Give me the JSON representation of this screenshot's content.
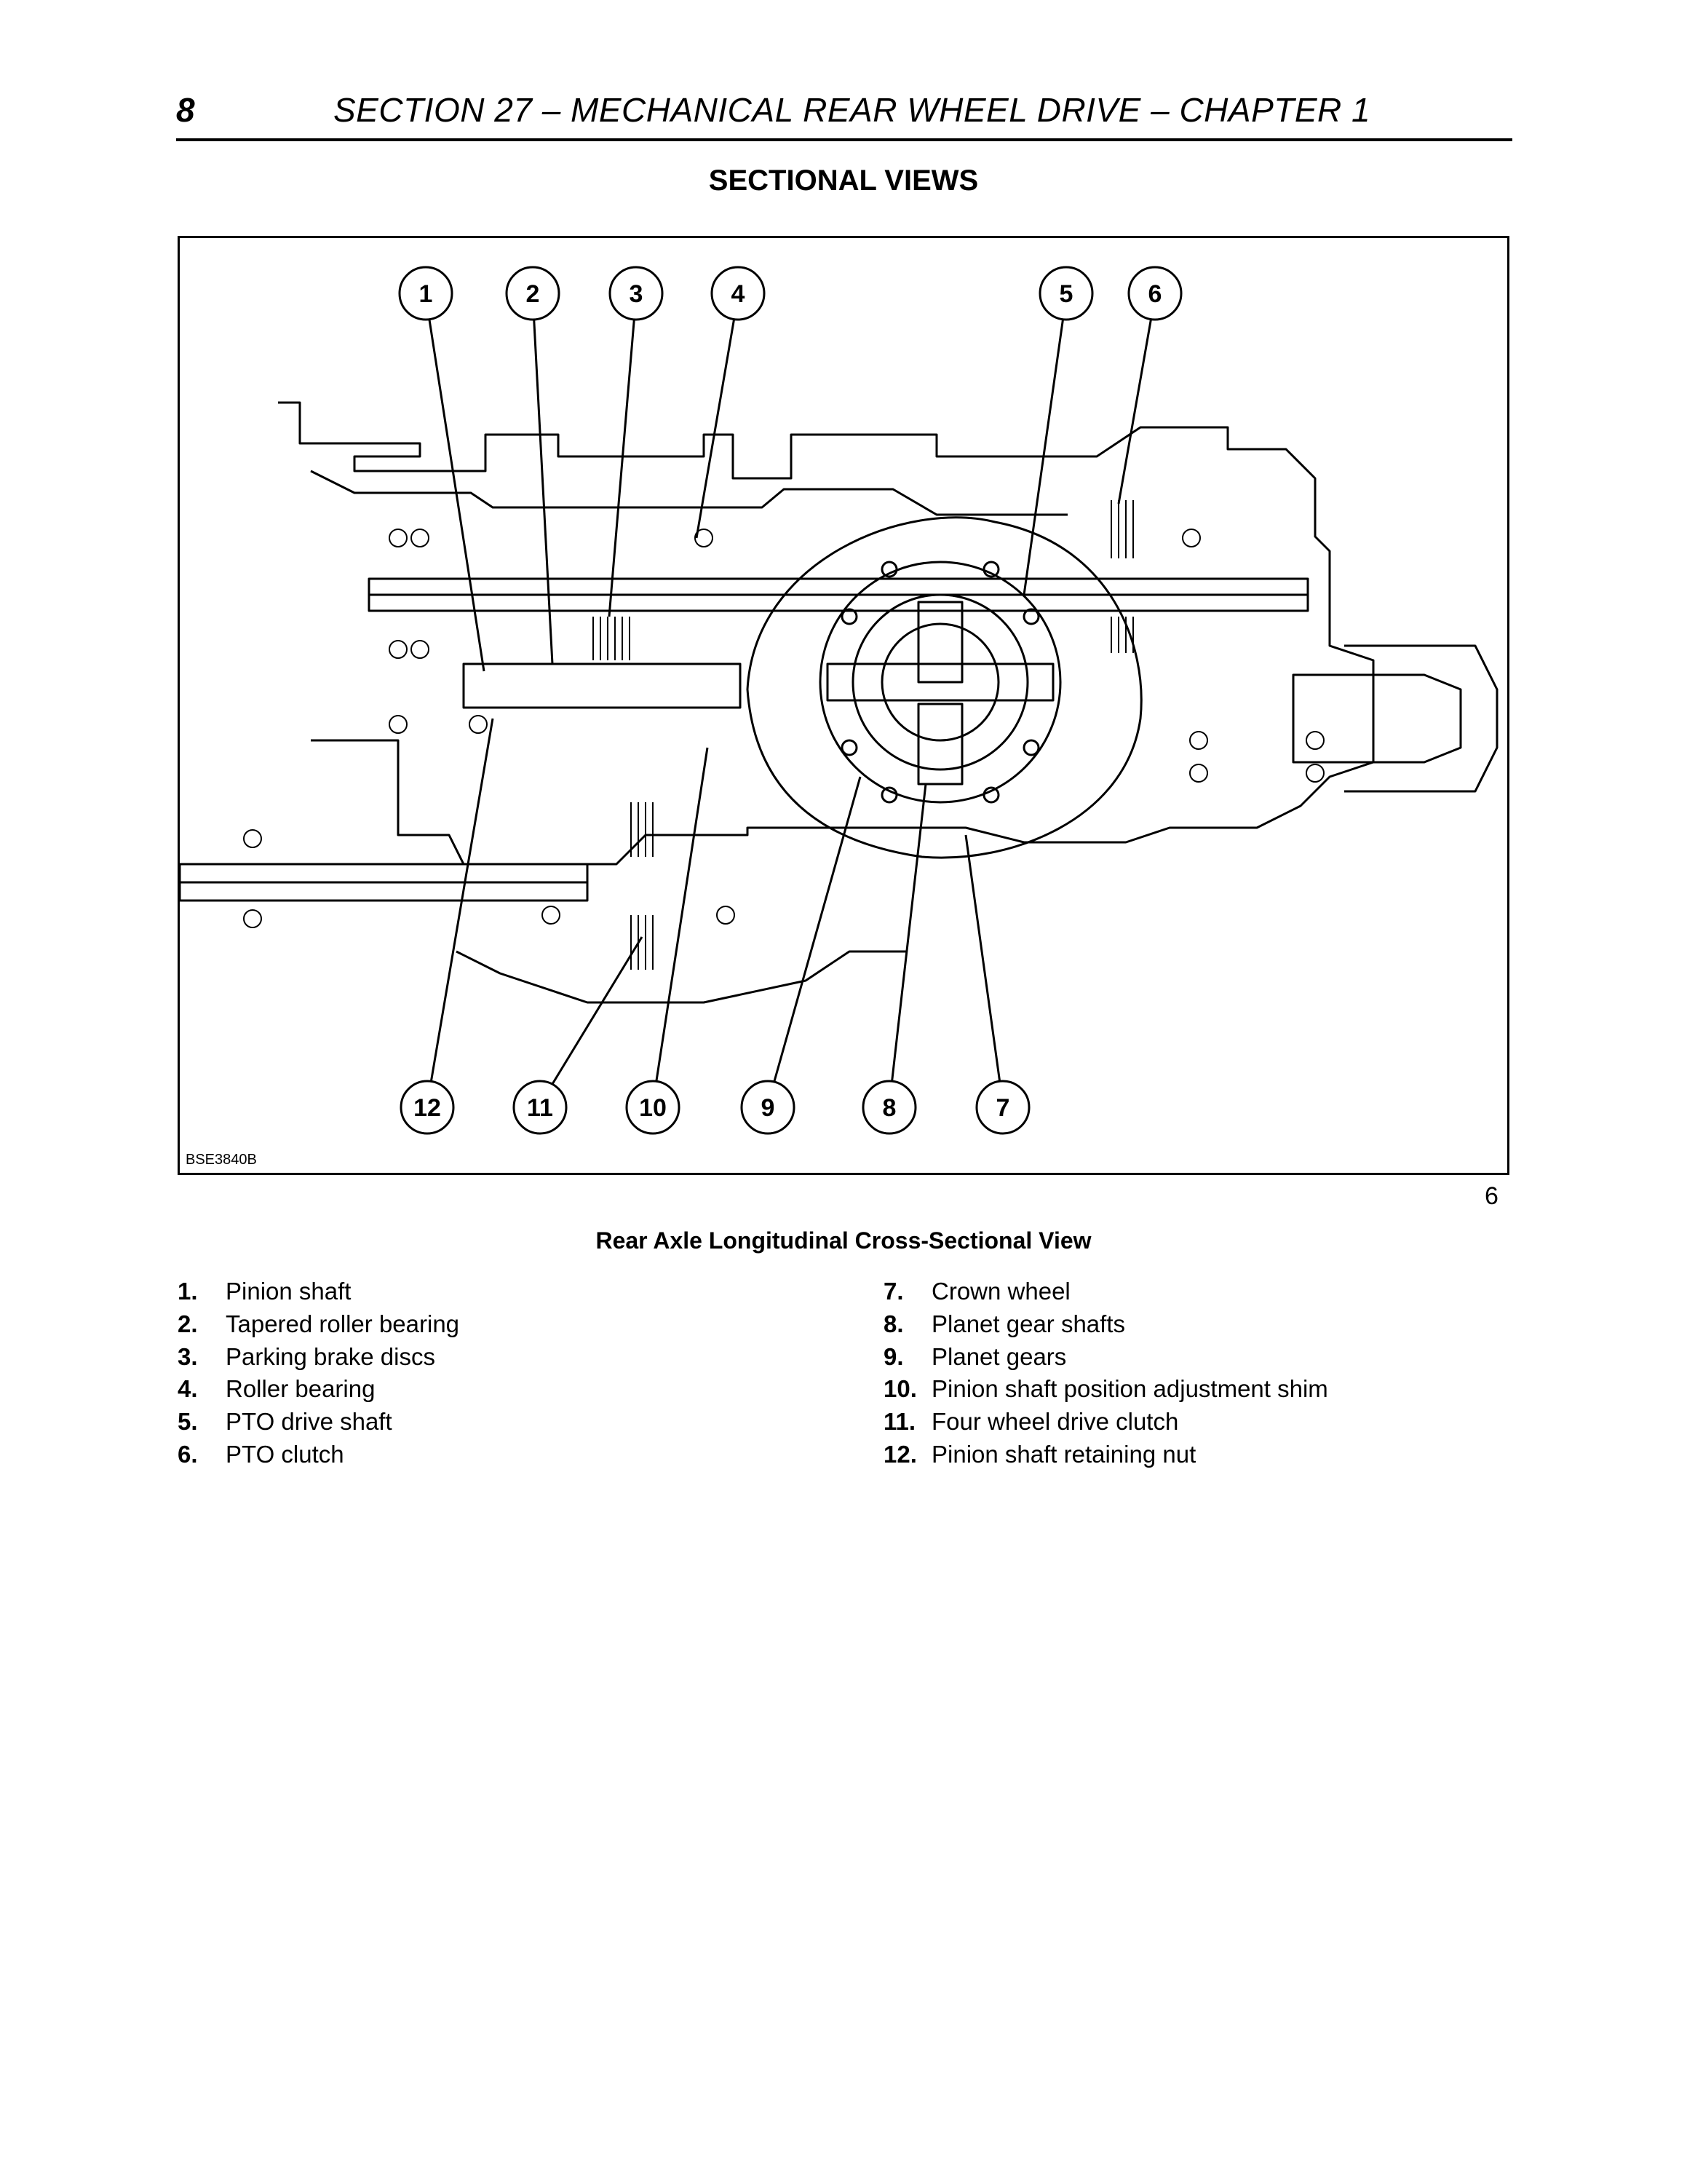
{
  "header": {
    "page_number": "8",
    "section_title": "SECTION 27 – MECHANICAL REAR WHEEL DRIVE – CHAPTER 1"
  },
  "heading": "SECTIONAL VIEWS",
  "figure": {
    "id_label": "BSE3840B",
    "number": "6",
    "caption": "Rear Axle Longitudinal Cross-Sectional View",
    "callouts_top": [
      "1",
      "2",
      "3",
      "4",
      "5",
      "6"
    ],
    "callouts_bottom": [
      "12",
      "11",
      "10",
      "9",
      "8",
      "7"
    ]
  },
  "legend": [
    {
      "num": "1.",
      "text": "Pinion shaft"
    },
    {
      "num": "2.",
      "text": "Tapered roller bearing"
    },
    {
      "num": "3.",
      "text": "Parking brake discs"
    },
    {
      "num": "4.",
      "text": "Roller bearing"
    },
    {
      "num": "5.",
      "text": "PTO drive shaft"
    },
    {
      "num": "6.",
      "text": "PTO clutch"
    },
    {
      "num": "7.",
      "text": "Crown wheel"
    },
    {
      "num": "8.",
      "text": "Planet gear shafts"
    },
    {
      "num": "9.",
      "text": "Planet gears"
    },
    {
      "num": "10.",
      "text": "Pinion shaft position adjustment shim"
    },
    {
      "num": "11.",
      "text": "Four wheel drive clutch"
    },
    {
      "num": "12.",
      "text": "Pinion shaft retaining nut"
    }
  ]
}
